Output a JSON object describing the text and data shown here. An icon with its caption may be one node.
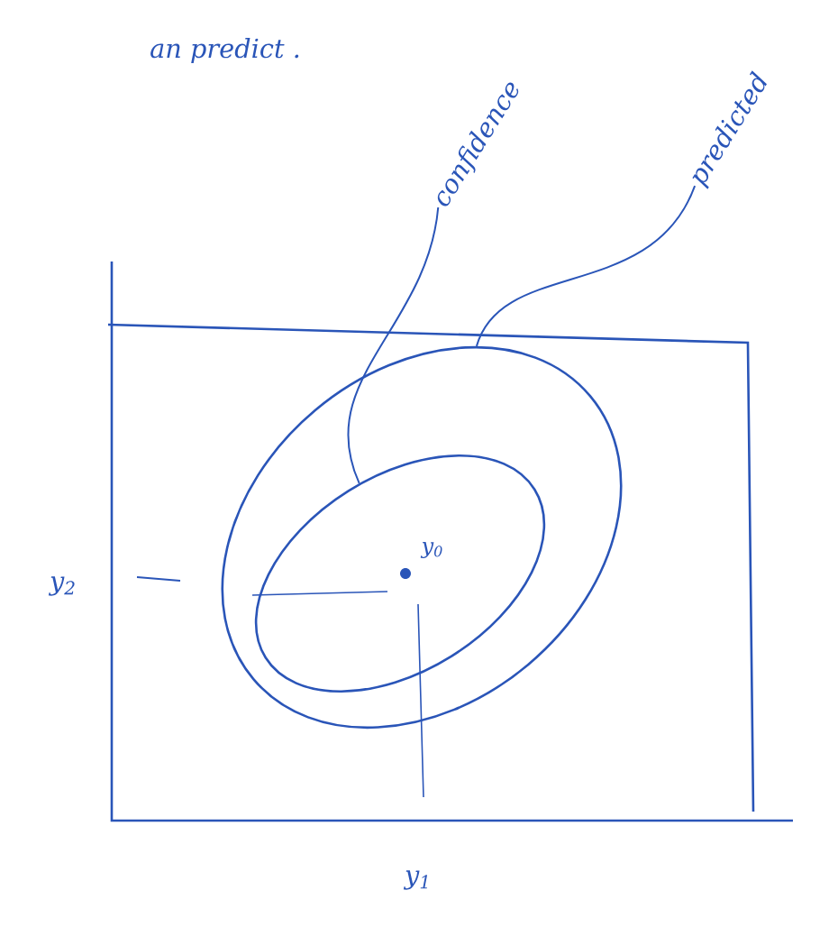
{
  "diagram": {
    "nodes": [
      {
        "text": [
          "confidence"
        ]
      },
      {
        "text": [
          "predicted"
        ]
      },
      {
        "text": [],
        "shape": "ellipse",
        "in": 3
      },
      {
        "text": [],
        "shape": "ellipse"
      }
    ],
    "edges": [
      {
        "from": 0,
        "to": 2,
        "arrow": "none"
      },
      {
        "from": 1,
        "to": 3,
        "arrow": "none"
      }
    ],
    "labels": [
      "an predict .",
      "y$_{0}$",
      "y$_{2}$",
      "y$_{1}$"
    ]
  }
}
